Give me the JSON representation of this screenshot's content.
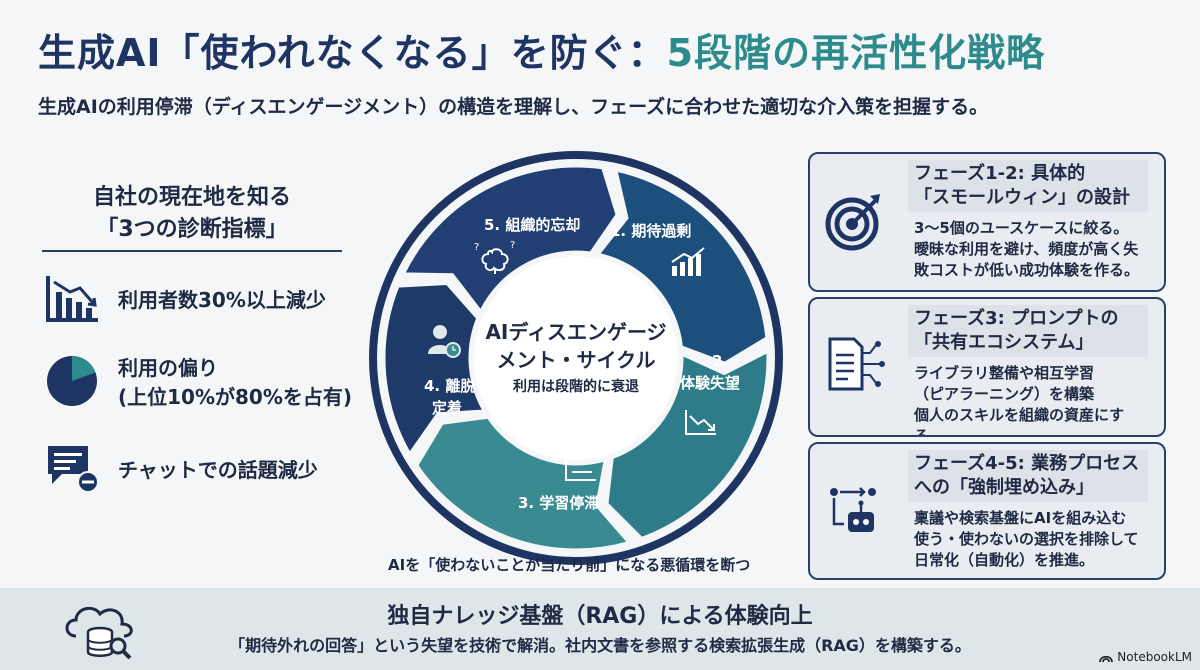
{
  "header": {
    "title_part1": "生成AI「使われなくなる」を防ぐ：",
    "title_part2": "5段階の再活性化戦略",
    "subtitle": "生成AIの利用停滞（ディスエンゲージメント）の構造を理解し、フェーズに合わせた適切な介入策を担握する。"
  },
  "diagnostics": {
    "heading_line1": "自社の現在地を知る",
    "heading_line2": "「3つの診断指標」",
    "items": [
      {
        "icon": "bar-chart-decline-icon",
        "line1": "利用者数30%以上減少",
        "line2": ""
      },
      {
        "icon": "pie-chart-icon",
        "line1": "利用の偏り",
        "line2": "(上位10%が80%を占有)"
      },
      {
        "icon": "chat-minus-icon",
        "line1": "チャットでの話題減少",
        "line2": ""
      }
    ]
  },
  "cycle": {
    "center_line1": "AIディスエンゲージ",
    "center_line2": "メント・サイクル",
    "center_sub": "利用は段階的に衰退",
    "segments": [
      {
        "label_line1": "1. 期待過剰",
        "label_line2": "",
        "icon": "growth-chart-icon"
      },
      {
        "label_line1": "2.",
        "label_line2": "体験失望",
        "icon": "decline-chart-icon"
      },
      {
        "label_line1": "3. 学習停滞",
        "label_line2": "",
        "icon": "flat-chart-icon"
      },
      {
        "label_line1": "4. 離脱",
        "label_line2": "定着",
        "icon": "user-clock-icon"
      },
      {
        "label_line1": "5. 組織的忘却",
        "label_line2": "",
        "icon": "brain-question-icon"
      }
    ],
    "caption": "AIを「使わないことが当たり前」になる悪循環を断つ"
  },
  "phases": [
    {
      "title_line1": "フェーズ1-2: 具体的",
      "title_line2": "「スモールウィン」の設計",
      "icon": "target-icon",
      "body": [
        "3〜5個のユースケースに絞る。",
        "曖昧な利用を避け、頻度が高く失",
        "敗コストが低い成功体験を作る。"
      ]
    },
    {
      "title_line1": "フェーズ3: プロンプトの",
      "title_line2": "「共有エコシステム」",
      "icon": "document-network-icon",
      "body": [
        "ライブラリ整備や相互学習",
        "（ピアラーニング）を構築",
        "個人のスキルを組織の資産にする。"
      ]
    },
    {
      "title_line1": "フェーズ4-5: 業務プロセス",
      "title_line2": "への「強制埋め込み」",
      "icon": "robot-workflow-icon",
      "body": [
        "稟議や検索基盤にAIを組み込む",
        "使う・使わないの選択を排除して",
        "日常化（自動化）を推進。"
      ]
    }
  ],
  "banner": {
    "icon": "cloud-database-search-icon",
    "title": "独自ナレッジ基盤（RAG）による体験向上",
    "body": "「期待外れの回答」という失望を技術で解消。社内文書を参照する検索拡張生成（RAG）を構築する。"
  },
  "brand": {
    "label": "NotebookLM",
    "icon": "notebooklm-logo-icon"
  },
  "colors": {
    "navy": "#1e3563",
    "teal": "#2e8b8b",
    "seg1": "#213f72",
    "seg2": "#1d4f7c",
    "seg3": "#2e7b8a",
    "seg4": "#3a8a92",
    "seg5": "#1e3a68"
  }
}
